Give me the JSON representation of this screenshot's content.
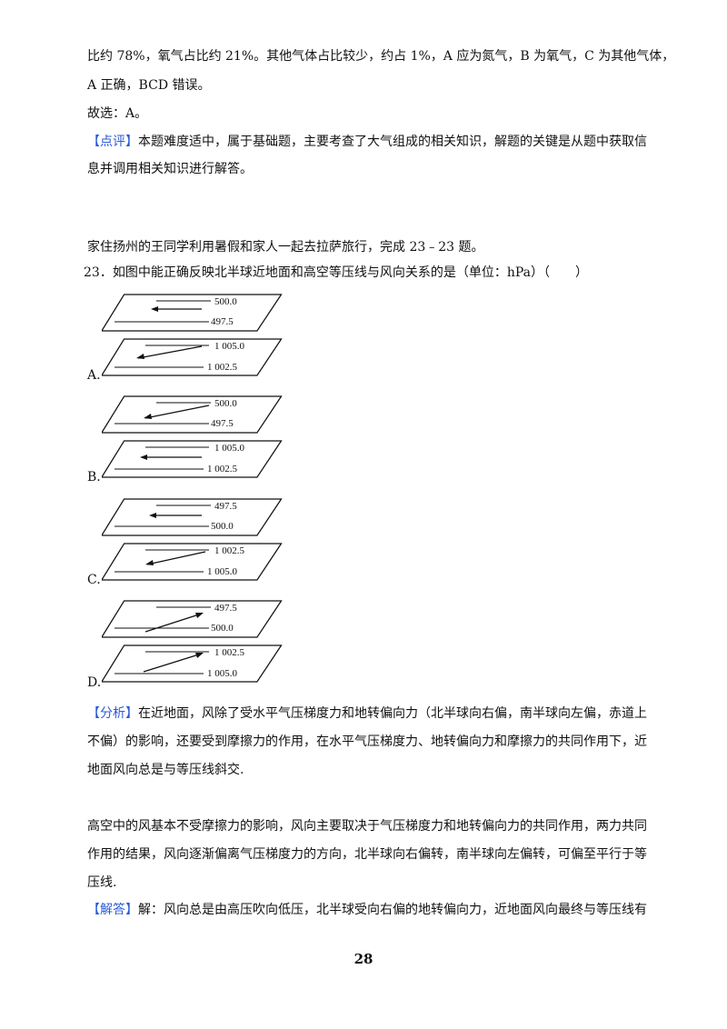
{
  "paragraphs": {
    "p1": "比约 78%，氧气占比约 21%。其他气体占比较少，约占 1%，A 应为氮气，B 为氧气，C 为其他气体，",
    "p2": "A 正确，BCD 错误。",
    "p3": "故选：A。",
    "comment_tag": "【点评】",
    "comment_1": "本题难度适中，属于基础题，主要考查了大气组成的相关知识，解题的关键是从题中获取信",
    "comment_2": "息并调用相关知识进行解答。",
    "intro": "家住扬州的王同学利用暑假和家人一起去拉萨旅行，完成 23﹣23 题。",
    "question": "23．如图中能正确反映北半球近地面和高空等压线与风向关系的是（单位：hPa）（　　）"
  },
  "options": [
    {
      "label": "A.",
      "top": [
        "500.0",
        "497.5"
      ],
      "bottom": [
        "1 005.0",
        "1 002.5"
      ]
    },
    {
      "label": "B.",
      "top": [
        "500.0",
        "497.5"
      ],
      "bottom": [
        "1 005.0",
        "1 002.5"
      ]
    },
    {
      "label": "C.",
      "top": [
        "497.5",
        "500.0"
      ],
      "bottom": [
        "1 002.5",
        "1 005.0"
      ]
    },
    {
      "label": "D.",
      "top": [
        "497.5",
        "500.0"
      ],
      "bottom": [
        "1 002.5",
        "1 005.0"
      ]
    }
  ],
  "analysis": {
    "tag": "【分析】",
    "l1": "在近地面，风除了受水平气压梯度力和地转偏向力（北半球向右偏，南半球向左偏，赤道上",
    "l2": "不偏）的影响，还要受到摩擦力的作用，在水平气压梯度力、地转偏向力和摩擦力的共同作用下，近",
    "l3": "地面风向总是与等压线斜交.",
    "l4": "高空中的风基本不受摩擦力的影响，风向主要取决于气压梯度力和地转偏向力的共同作用，两力共同",
    "l5": "作用的结果，风向逐渐偏离气压梯度力的方向，北半球向右偏转，南半球向左偏转，可偏至平行于等",
    "l6": "压线."
  },
  "answer": {
    "tag": "【解答】",
    "l1": "解：风向总是由高压吹向低压，北半球受向右偏的地转偏向力，近地面风向最终与等压线有"
  },
  "page_number": "28"
}
